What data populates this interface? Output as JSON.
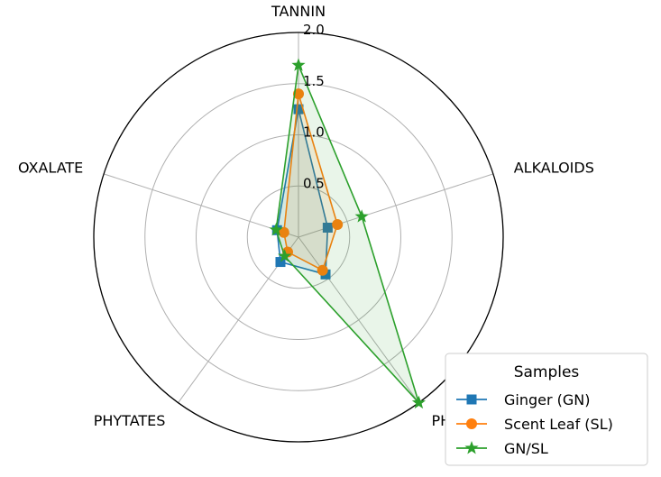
{
  "chart_data": {
    "type": "radar",
    "title": "",
    "axes": [
      "TANNIN",
      "ALKALOIDS",
      "PHENOL",
      "PHYTATES",
      "OXALATE"
    ],
    "rlim": [
      0,
      2.0
    ],
    "rticks": [
      "0.5",
      "1.0",
      "1.5",
      "2.0"
    ],
    "rtick_values": [
      0.5,
      1.0,
      1.5,
      2.0
    ],
    "grid": true,
    "legend": {
      "title": "Samples",
      "placement": "bottom-right"
    },
    "series": [
      {
        "name": "Ginger (GN)",
        "color": "#1f77b4",
        "marker": "square",
        "values": [
          1.25,
          0.3,
          0.45,
          0.3,
          0.22
        ]
      },
      {
        "name": "Scent Leaf (SL)",
        "color": "#ff7f0e",
        "marker": "circle",
        "values": [
          1.4,
          0.4,
          0.4,
          0.18,
          0.15
        ]
      },
      {
        "name": "GN/SL",
        "color": "#2ca02c",
        "marker": "star",
        "values": [
          1.68,
          0.65,
          2.0,
          0.23,
          0.23
        ]
      }
    ]
  }
}
